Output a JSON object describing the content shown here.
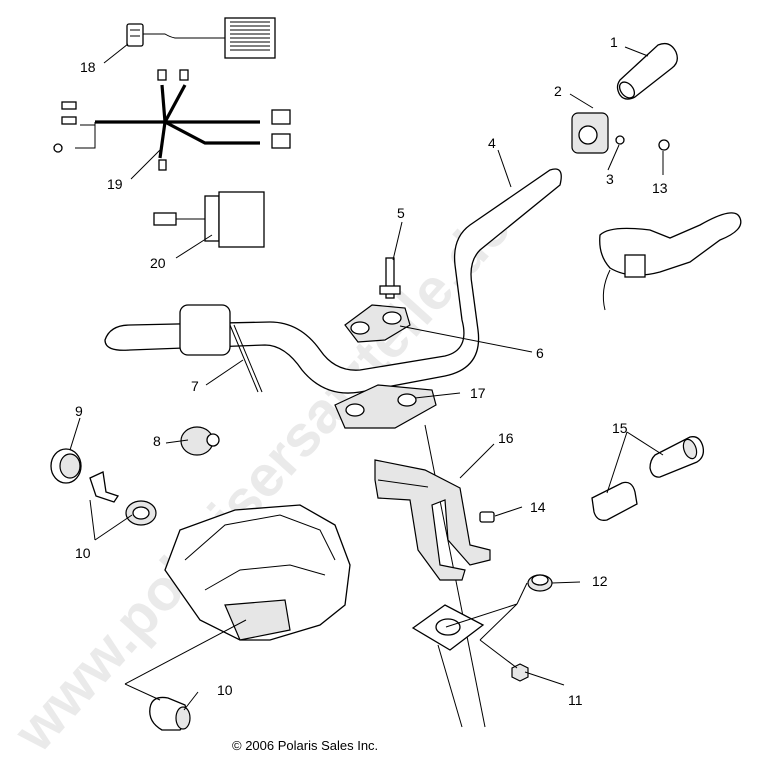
{
  "callouts": [
    {
      "id": "c1",
      "text": "1"
    },
    {
      "id": "c2",
      "text": "2"
    },
    {
      "id": "c3",
      "text": "3"
    },
    {
      "id": "c4",
      "text": "4"
    },
    {
      "id": "c5",
      "text": "5"
    },
    {
      "id": "c6",
      "text": "6"
    },
    {
      "id": "c7",
      "text": "7"
    },
    {
      "id": "c8",
      "text": "8"
    },
    {
      "id": "c9",
      "text": "9"
    },
    {
      "id": "c10a",
      "text": "10"
    },
    {
      "id": "c10b",
      "text": "10"
    },
    {
      "id": "c11",
      "text": "11"
    },
    {
      "id": "c12",
      "text": "12"
    },
    {
      "id": "c13",
      "text": "13"
    },
    {
      "id": "c14",
      "text": "14"
    },
    {
      "id": "c15",
      "text": "15"
    },
    {
      "id": "c16",
      "text": "16"
    },
    {
      "id": "c17",
      "text": "17"
    },
    {
      "id": "c18",
      "text": "18"
    },
    {
      "id": "c19",
      "text": "19"
    },
    {
      "id": "c20",
      "text": "20"
    }
  ],
  "copyright": "© 2006 Polaris Sales Inc.",
  "watermark": "www.polarisersatzteile.de"
}
